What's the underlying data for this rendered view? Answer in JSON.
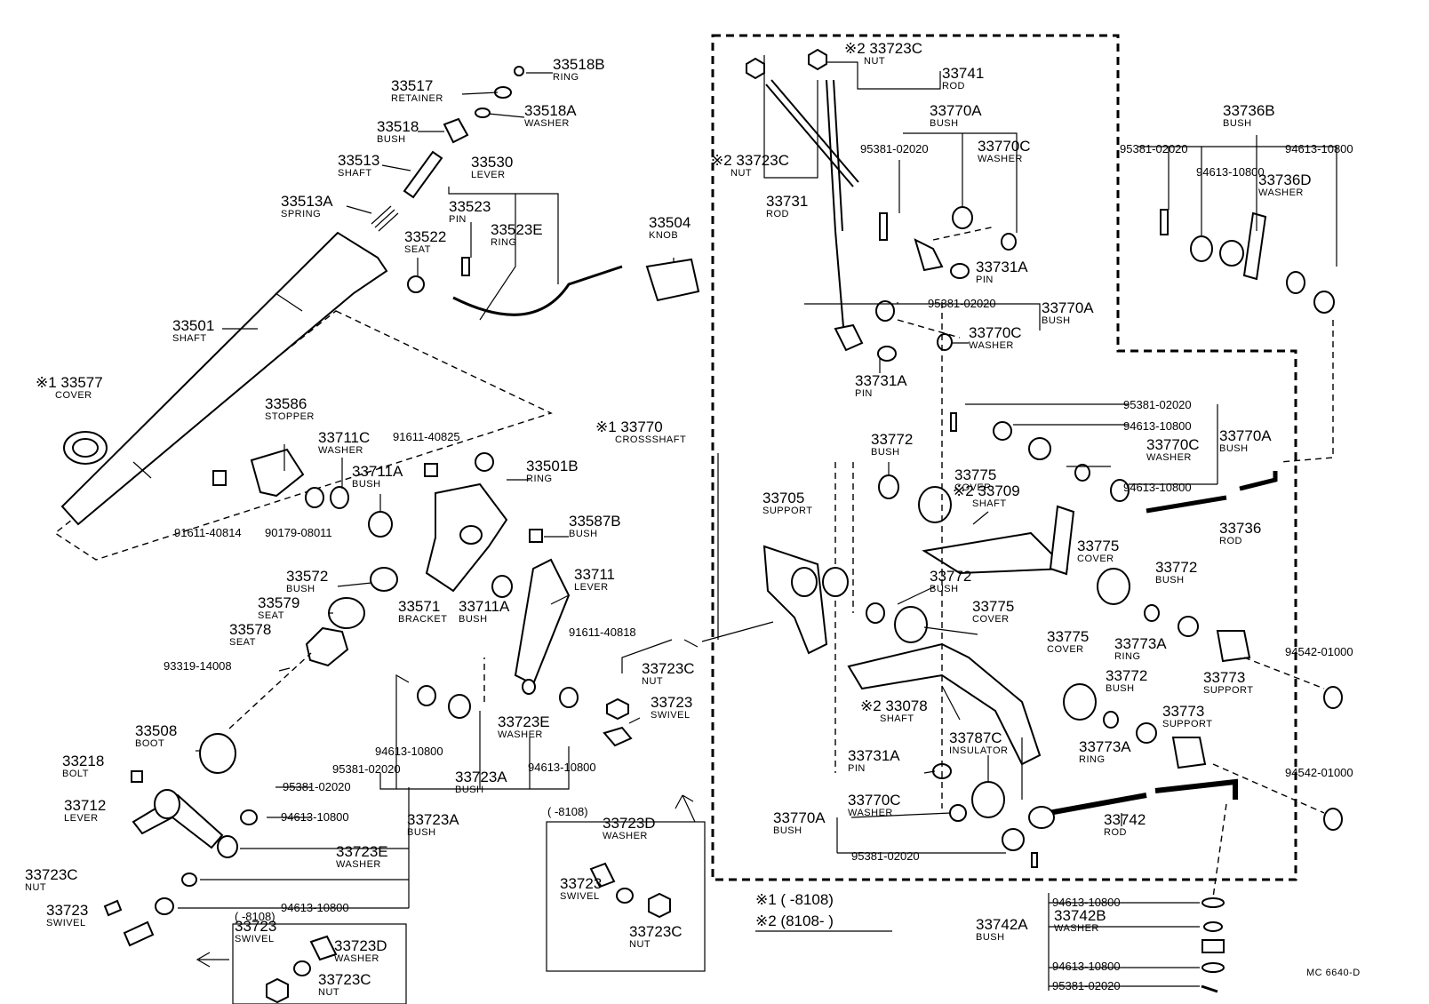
{
  "diagram": {
    "ref_code": "MC 6640-D",
    "note_1": "※1 (      -8108)",
    "note_2": "※2 (8108-      )"
  },
  "labels": [
    {
      "id": "l1",
      "num": "33518B",
      "name": "RING"
    },
    {
      "id": "l2",
      "num": "33517",
      "name": "RETAINER"
    },
    {
      "id": "l3",
      "num": "33518A",
      "name": "WASHER"
    },
    {
      "id": "l4",
      "num": "33518",
      "name": "BUSH"
    },
    {
      "id": "l5",
      "num": "33513",
      "name": "SHAFT"
    },
    {
      "id": "l6",
      "num": "33530",
      "name": "LEVER"
    },
    {
      "id": "l7",
      "num": "33513A",
      "name": "SPRING"
    },
    {
      "id": "l8",
      "num": "33523",
      "name": "PIN"
    },
    {
      "id": "l9",
      "num": "33522",
      "name": "SEAT"
    },
    {
      "id": "l10",
      "num": "33523E",
      "name": "RING"
    },
    {
      "id": "l11",
      "num": "33504",
      "name": "KNOB"
    },
    {
      "id": "l12",
      "num": "33501",
      "name": "SHAFT"
    },
    {
      "id": "l13",
      "num": "※1 33577",
      "name": "COVER"
    },
    {
      "id": "l14",
      "num": "33586",
      "name": "STOPPER"
    },
    {
      "id": "l15",
      "num": "33711C",
      "name": "WASHER"
    },
    {
      "id": "l16",
      "num": "33711A",
      "name": "BUSH"
    },
    {
      "id": "l17",
      "num": "33501B",
      "name": "RING"
    },
    {
      "id": "l18",
      "num": "33587B",
      "name": "BUSH"
    },
    {
      "id": "l19",
      "num": "33572",
      "name": "BUSH"
    },
    {
      "id": "l20",
      "num": "33579",
      "name": "SEAT"
    },
    {
      "id": "l21",
      "num": "33578",
      "name": "SEAT"
    },
    {
      "id": "l22",
      "num": "33571",
      "name": "BRACKET"
    },
    {
      "id": "l23",
      "num": "33711A",
      "name": "BUSH"
    },
    {
      "id": "l24",
      "num": "33711",
      "name": "LEVER"
    },
    {
      "id": "l25",
      "num": "33723C",
      "name": "NUT"
    },
    {
      "id": "l26",
      "num": "33723",
      "name": "SWIVEL"
    },
    {
      "id": "l27",
      "num": "33508",
      "name": "BOOT"
    },
    {
      "id": "l28",
      "num": "33723E",
      "name": "WASHER"
    },
    {
      "id": "l29",
      "num": "33723A",
      "name": "BUSH"
    },
    {
      "id": "l30",
      "num": "33218",
      "name": "BOLT"
    },
    {
      "id": "l31",
      "num": "33712",
      "name": "LEVER"
    },
    {
      "id": "l32",
      "num": "33723A",
      "name": "BUSH"
    },
    {
      "id": "l33",
      "num": "33723E",
      "name": "WASHER"
    },
    {
      "id": "l34",
      "num": "33723C",
      "name": "NUT"
    },
    {
      "id": "l35",
      "num": "33723",
      "name": "SWIVEL"
    },
    {
      "id": "l36",
      "num": "33723",
      "name": "SWIVEL"
    },
    {
      "id": "l37",
      "num": "33723D",
      "name": "WASHER"
    },
    {
      "id": "l38",
      "num": "33723C",
      "name": "NUT"
    },
    {
      "id": "l39",
      "num": "33723D",
      "name": "WASHER"
    },
    {
      "id": "l40",
      "num": "33723",
      "name": "SWIVEL"
    },
    {
      "id": "l41",
      "num": "33723C",
      "name": "NUT"
    },
    {
      "id": "l42",
      "num": "※1 33770",
      "name": "CROSSSHAFT"
    },
    {
      "id": "l43",
      "num": "※2 33723C",
      "name": "NUT"
    },
    {
      "id": "l44",
      "num": "33741",
      "name": "ROD"
    },
    {
      "id": "l45",
      "num": "※2 33723C",
      "name": "NUT"
    },
    {
      "id": "l46",
      "num": "33731",
      "name": "ROD"
    },
    {
      "id": "l47",
      "num": "33770A",
      "name": "BUSH"
    },
    {
      "id": "l48",
      "num": "33770C",
      "name": "WASHER"
    },
    {
      "id": "l49",
      "num": "33731A",
      "name": "PIN"
    },
    {
      "id": "l50",
      "num": "33770A",
      "name": "BUSH"
    },
    {
      "id": "l51",
      "num": "33770C",
      "name": "WASHER"
    },
    {
      "id": "l52",
      "num": "33731A",
      "name": "PIN"
    },
    {
      "id": "l53",
      "num": "33736B",
      "name": "BUSH"
    },
    {
      "id": "l54",
      "num": "33736D",
      "name": "WASHER"
    },
    {
      "id": "l55",
      "num": "33770A",
      "name": "BUSH"
    },
    {
      "id": "l56",
      "num": "33770C",
      "name": "WASHER"
    },
    {
      "id": "l57",
      "num": "33772",
      "name": "BUSH"
    },
    {
      "id": "l58",
      "num": "33775",
      "name": "COVER"
    },
    {
      "id": "l59",
      "num": "※2 33709",
      "name": "SHAFT"
    },
    {
      "id": "l60",
      "num": "33736",
      "name": "ROD"
    },
    {
      "id": "l61",
      "num": "33705",
      "name": "SUPPORT"
    },
    {
      "id": "l62",
      "num": "33775",
      "name": "COVER"
    },
    {
      "id": "l63",
      "num": "33772",
      "name": "BUSH"
    },
    {
      "id": "l64",
      "num": "33772",
      "name": "BUSH"
    },
    {
      "id": "l65",
      "num": "33775",
      "name": "COVER"
    },
    {
      "id": "l66",
      "num": "33773A",
      "name": "RING"
    },
    {
      "id": "l67",
      "num": "33773",
      "name": "SUPPORT"
    },
    {
      "id": "l68",
      "num": "33775",
      "name": "COVER"
    },
    {
      "id": "l69",
      "num": "33772",
      "name": "BUSH"
    },
    {
      "id": "l70",
      "num": "※2 33078",
      "name": "SHAFT"
    },
    {
      "id": "l71",
      "num": "33773",
      "name": "SUPPORT"
    },
    {
      "id": "l72",
      "num": "33787C",
      "name": "INSULATOR"
    },
    {
      "id": "l73",
      "num": "33773A",
      "name": "RING"
    },
    {
      "id": "l74",
      "num": "33731A",
      "name": "PIN"
    },
    {
      "id": "l75",
      "num": "33770C",
      "name": "WASHER"
    },
    {
      "id": "l76",
      "num": "33770A",
      "name": "BUSH"
    },
    {
      "id": "l77",
      "num": "33742",
      "name": "ROD"
    },
    {
      "id": "l78",
      "num": "33742B",
      "name": "WASHER"
    },
    {
      "id": "l79",
      "num": "33742A",
      "name": "BUSH"
    }
  ],
  "codes": [
    {
      "id": "c1",
      "text": "91611-40825"
    },
    {
      "id": "c2",
      "text": "91611-40814"
    },
    {
      "id": "c3",
      "text": "90179-08011"
    },
    {
      "id": "c4",
      "text": "93319-14008"
    },
    {
      "id": "c5",
      "text": "91611-40818"
    },
    {
      "id": "c6",
      "text": "94613-10800"
    },
    {
      "id": "c7",
      "text": "95381-02020"
    },
    {
      "id": "c8",
      "text": "94613-10800"
    },
    {
      "id": "c9",
      "text": "95381-02020"
    },
    {
      "id": "c10",
      "text": "94613-10800"
    },
    {
      "id": "c11",
      "text": "94613-10800"
    },
    {
      "id": "c12",
      "text": "95381-02020"
    },
    {
      "id": "c13",
      "text": "95381-02020"
    },
    {
      "id": "c14",
      "text": "95381-02020"
    },
    {
      "id": "c15",
      "text": "94613-10800"
    },
    {
      "id": "c16",
      "text": "94613-10800"
    },
    {
      "id": "c17",
      "text": "95381-02020"
    },
    {
      "id": "c18",
      "text": "94613-10800"
    },
    {
      "id": "c19",
      "text": "94613-10800"
    },
    {
      "id": "c20",
      "text": "94542-01000"
    },
    {
      "id": "c21",
      "text": "94542-01000"
    },
    {
      "id": "c22",
      "text": "95381-02020"
    },
    {
      "id": "c23",
      "text": "94613-10800"
    },
    {
      "id": "c24",
      "text": "94613-10800"
    },
    {
      "id": "c25",
      "text": "95381-02020"
    }
  ],
  "insets": [
    {
      "id": "i1",
      "text": "(      -8108)"
    },
    {
      "id": "i2",
      "text": "(      -8108)"
    }
  ]
}
